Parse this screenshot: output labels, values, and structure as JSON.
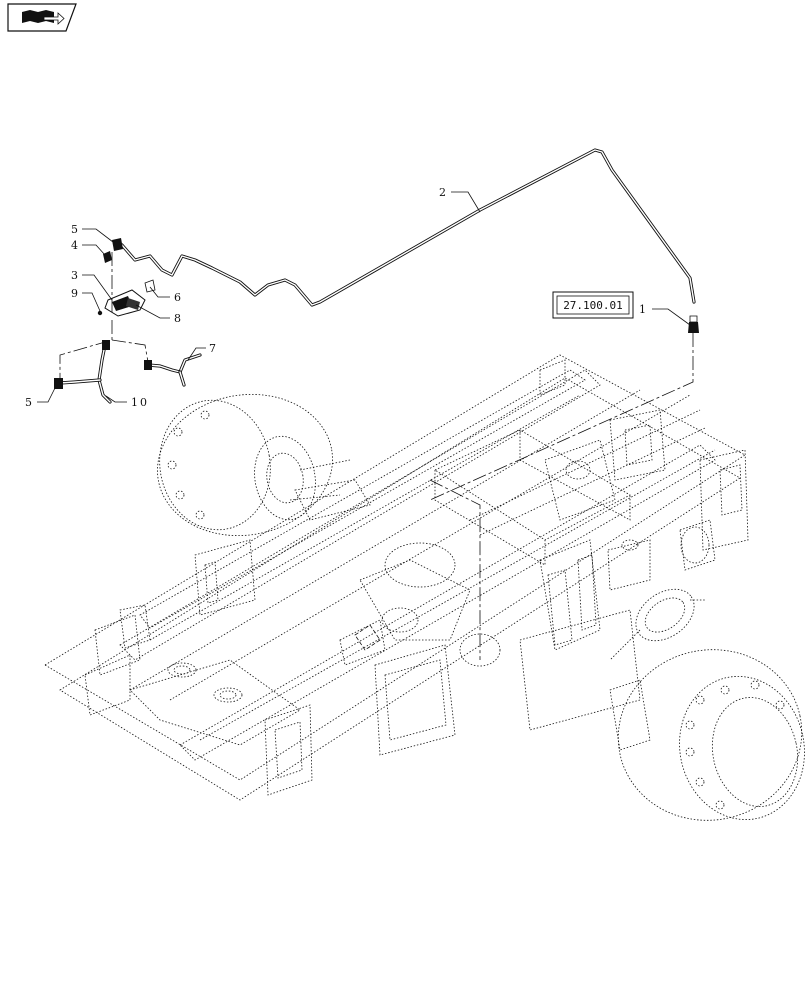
{
  "nav_icon": {
    "name": "book-arrow-icon"
  },
  "reference_box": {
    "label": "27.100.01"
  },
  "callouts": {
    "c1": "1",
    "c2": "2",
    "c3": "3",
    "c4": "4",
    "c5a": "5",
    "c5b": "5",
    "c6": "6",
    "c7": "7",
    "c8": "8",
    "c9": "9",
    "c10": "10"
  }
}
